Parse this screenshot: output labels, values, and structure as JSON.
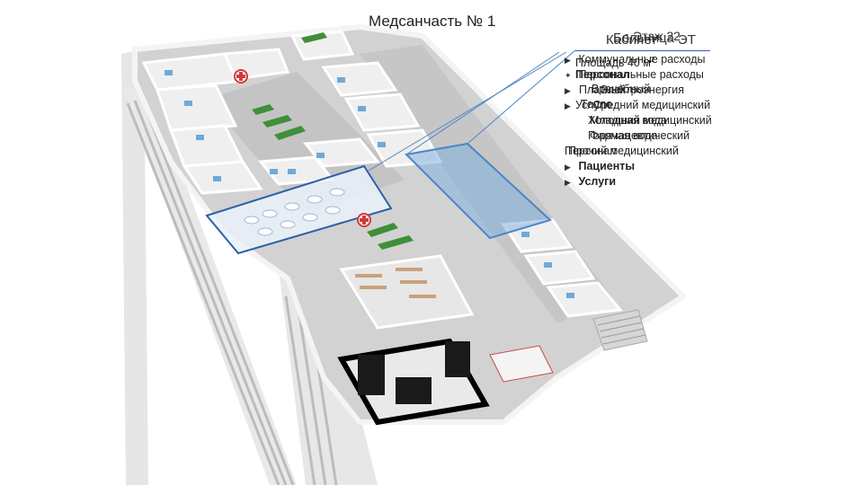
{
  "slide": {
    "title": "Медсанчасть № 1"
  },
  "info_panel": {
    "header_a": "Кабинет",
    "header_b": "Больница",
    "header_c": "Этаж 22",
    "header_d": "ЭТ",
    "rows": [
      {
        "text_a": "Коммунальные расходы",
        "text_b": "Площадь 40 м",
        "sup": "2"
      },
      {
        "text_a": "Персональные расходы",
        "text_b": "Персонал"
      },
      {
        "text_a": "Электроэнергия",
        "text_b": "Платный",
        "text_c": "Врачебный"
      },
      {
        "text_a": "Средний медицинский",
        "text_b": "Услуги",
        "text_c": "Тепло"
      },
      {
        "text_a": "Младший медицинский",
        "text_b": "Холодная вода"
      },
      {
        "text_a": "Фармацевтический",
        "text_b": "Горячая вода"
      },
      {
        "text_a": "Прочий медицинский",
        "text_b": "Персонал"
      },
      {
        "text_a": "Пациенты"
      },
      {
        "text_a": "Услуги"
      }
    ]
  },
  "colors": {
    "floor": "#cfcfcf",
    "wall": "#f4f4f4",
    "sofa": "#3f8f3a",
    "highlight": "#6fa3d6",
    "header_line": "#3b5ba5",
    "server": "#1a1a1a"
  },
  "icons": [
    "caret-right-icon",
    "star-icon",
    "medical-cross-icon"
  ]
}
